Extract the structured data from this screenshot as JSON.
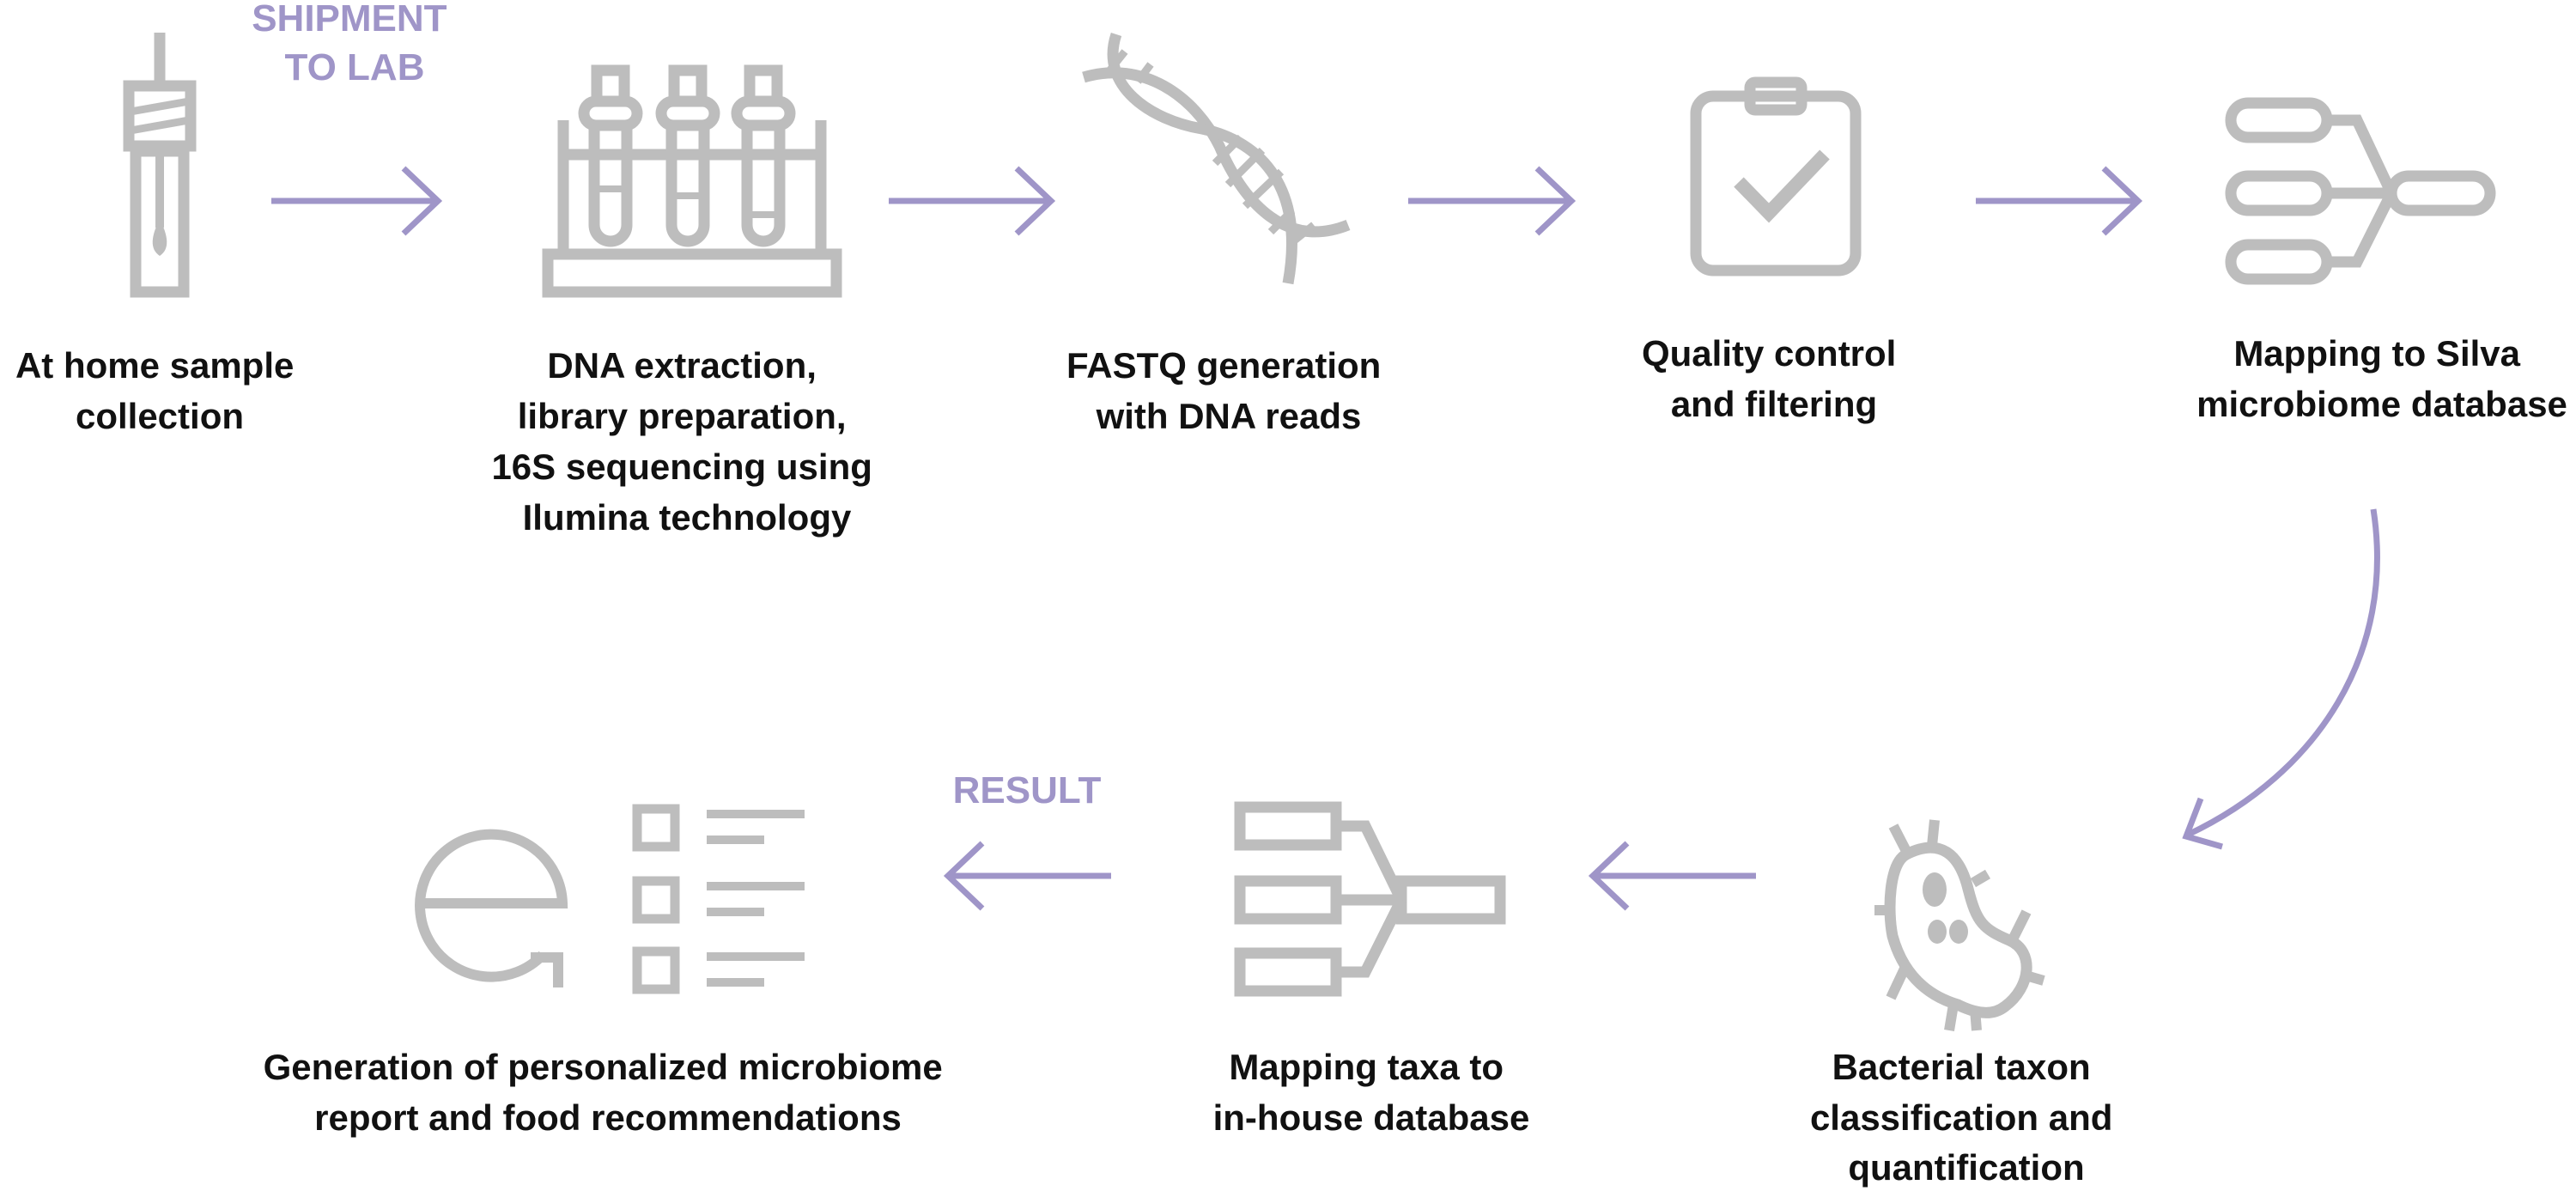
{
  "colors": {
    "icon": "#bdbdbd",
    "arrow": "#9f95c8",
    "text": "#111111"
  },
  "annotations": {
    "shipment": [
      "SHIPMENT",
      "TO LAB"
    ],
    "result": "RESULT"
  },
  "steps": [
    {
      "icon": "swab-tube-icon",
      "lines": [
        "At home sample",
        "collection"
      ]
    },
    {
      "icon": "test-tubes-rack-icon",
      "lines": [
        "DNA extraction,",
        "library preparation,",
        "16S sequencing using",
        "Ilumina technology"
      ]
    },
    {
      "icon": "dna-helix-icon",
      "lines": [
        "FASTQ generation",
        "with DNA reads"
      ]
    },
    {
      "icon": "clipboard-check-icon",
      "lines": [
        "Quality control",
        "and filtering"
      ]
    },
    {
      "icon": "mapping-merge-icon",
      "lines": [
        "Mapping to Silva",
        "microbiome database"
      ]
    },
    {
      "icon": "bacterium-icon",
      "lines": [
        "Bacterial taxon",
        "classification and",
        "quantification"
      ]
    },
    {
      "icon": "mapping-database-icon",
      "lines": [
        "Mapping taxa to",
        "in-house database"
      ]
    },
    {
      "icon": "report-list-icon",
      "lines": [
        "Generation of personalized microbiome",
        "report and food recommendations"
      ]
    }
  ]
}
